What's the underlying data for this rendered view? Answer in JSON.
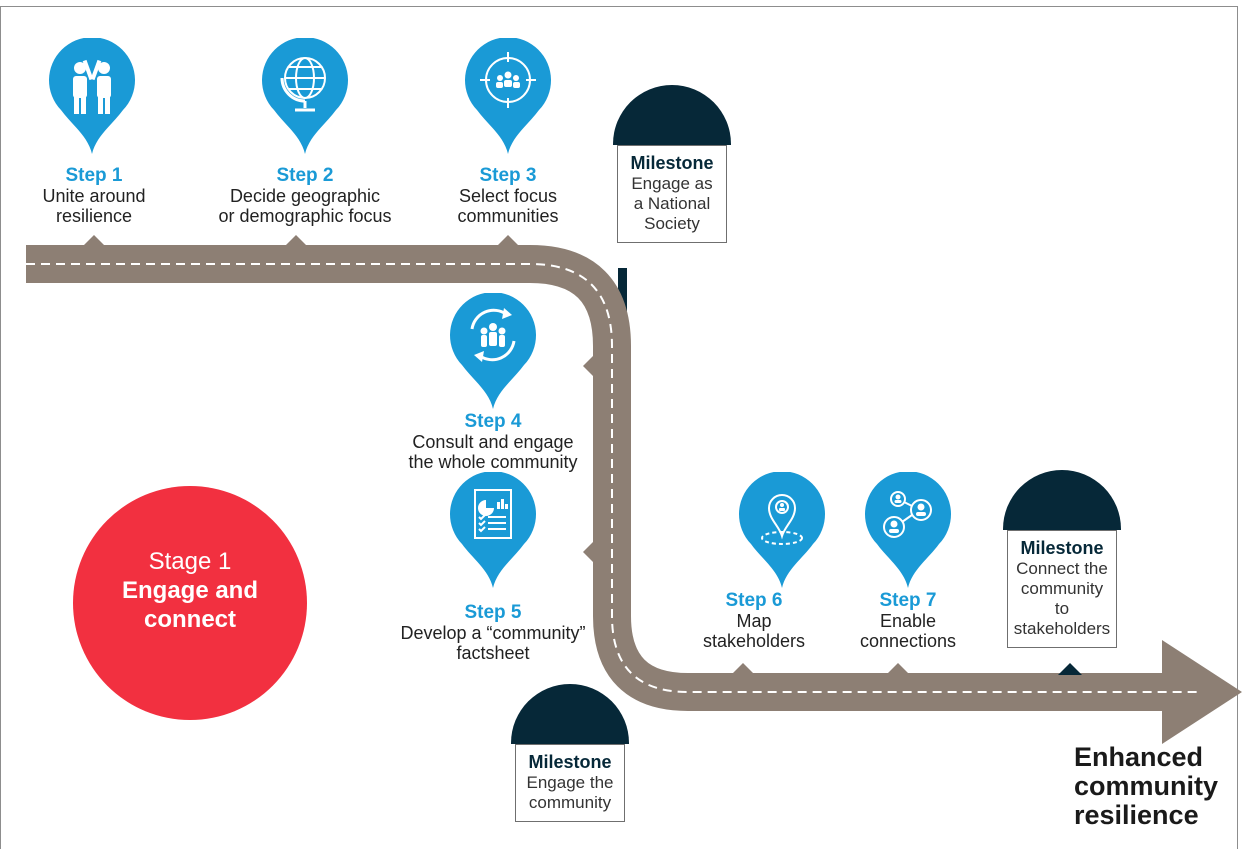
{
  "stage": {
    "label": "Stage 1",
    "title": "Engage and connect"
  },
  "steps": [
    {
      "title": "Step 1",
      "desc_lines": [
        "Unite around",
        "resilience"
      ],
      "icon": "people-high-five-icon"
    },
    {
      "title": "Step 2",
      "desc_lines": [
        "Decide geographic",
        "or demographic focus"
      ],
      "icon": "globe-icon"
    },
    {
      "title": "Step 3",
      "desc_lines": [
        "Select focus",
        "communities"
      ],
      "icon": "target-group-icon"
    },
    {
      "title": "Step 4",
      "desc_lines": [
        "Consult and engage",
        "the whole community"
      ],
      "icon": "community-cycle-icon"
    },
    {
      "title": "Step 5",
      "desc_lines": [
        "Develop a “community”",
        "factsheet"
      ],
      "icon": "factsheet-icon"
    },
    {
      "title": "Step 6",
      "desc_lines": [
        "Map",
        "stakeholders"
      ],
      "icon": "map-location-icon"
    },
    {
      "title": "Step 7",
      "desc_lines": [
        "Enable",
        "connections"
      ],
      "icon": "network-icon"
    }
  ],
  "milestones": [
    {
      "title": "Milestone",
      "desc_lines": [
        "Engage as",
        "a National",
        "Society"
      ]
    },
    {
      "title": "Milestone",
      "desc_lines": [
        "Engage the",
        "community"
      ]
    },
    {
      "title": "Milestone",
      "desc_lines": [
        "Connect the",
        "community to",
        "stakeholders"
      ]
    }
  ],
  "outcome_lines": [
    "Enhanced",
    "community",
    "resilience"
  ],
  "colors": {
    "pin": "#1a9ad6",
    "road": "#8d7f74",
    "milestone": "#062838",
    "stage": "#f23040"
  }
}
